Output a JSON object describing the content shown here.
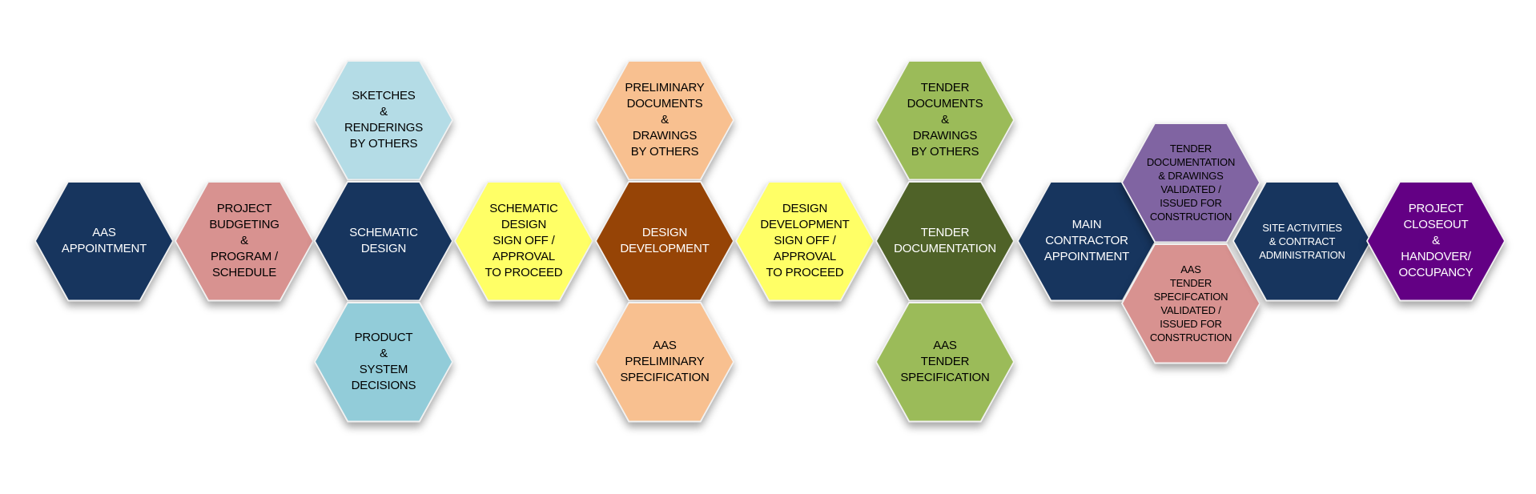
{
  "hexes": [
    {
      "id": "aas-appointment",
      "label": "AAS\nAPPOINTMENT",
      "fill": "#17355e",
      "text_color": "#ffffff"
    },
    {
      "id": "project-budgeting",
      "label": "PROJECT\nBUDGETING\n&\nPROGRAM /\nSCHEDULE",
      "fill": "#d89290",
      "text_color": "#000000"
    },
    {
      "id": "sketches-renderings",
      "label": "SKETCHES\n&\nRENDERINGS\nBY OTHERS",
      "fill": "#b4dce6",
      "text_color": "#000000"
    },
    {
      "id": "schematic-design",
      "label": "SCHEMATIC\nDESIGN",
      "fill": "#17355e",
      "text_color": "#ffffff"
    },
    {
      "id": "product-system-decisions",
      "label": "PRODUCT\n&\nSYSTEM\nDECISIONS",
      "fill": "#92ccd9",
      "text_color": "#000000"
    },
    {
      "id": "schematic-design-sign-off",
      "label": "SCHEMATIC\nDESIGN\nSIGN OFF /\nAPPROVAL\nTO PROCEED",
      "fill": "#ffff66",
      "text_color": "#000000"
    },
    {
      "id": "preliminary-documents",
      "label": "PRELIMINARY\nDOCUMENTS\n&\nDRAWINGS\nBY OTHERS",
      "fill": "#f8c090",
      "text_color": "#000000"
    },
    {
      "id": "design-development",
      "label": "DESIGN\nDEVELOPMENT",
      "fill": "#964406",
      "text_color": "#ffffff"
    },
    {
      "id": "aas-preliminary-specification",
      "label": "AAS\nPRELIMINARY\nSPECIFICATION",
      "fill": "#f8c090",
      "text_color": "#000000"
    },
    {
      "id": "design-development-sign-off",
      "label": "DESIGN\nDEVELOPMENT\nSIGN OFF /\nAPPROVAL\nTO PROCEED",
      "fill": "#ffff66",
      "text_color": "#000000"
    },
    {
      "id": "tender-documents",
      "label": "TENDER\nDOCUMENTS\n&\nDRAWINGS\nBY OTHERS",
      "fill": "#9bbb59",
      "text_color": "#000000"
    },
    {
      "id": "tender-documentation",
      "label": "TENDER\nDOCUMENTATION",
      "fill": "#4f6228",
      "text_color": "#ffffff"
    },
    {
      "id": "aas-tender-specification",
      "label": "AAS\nTENDER\nSPECIFICATION",
      "fill": "#9bbb59",
      "text_color": "#000000"
    },
    {
      "id": "main-contractor-appointment",
      "label": "MAIN\nCONTRACTOR\nAPPOINTMENT",
      "fill": "#17355e",
      "text_color": "#ffffff"
    },
    {
      "id": "tender-documentation-validated",
      "label": "TENDER\nDOCUMENTATION\n& DRAWINGS\nVALIDATED /\nISSUED FOR\nCONSTRUCTION",
      "fill": "#8064a2",
      "text_color": "#000000"
    },
    {
      "id": "aas-tender-specification-validated",
      "label": "AAS\nTENDER\nSPECIFCATION\nVALIDATED /\nISSUED FOR\nCONSTRUCTION",
      "fill": "#d89290",
      "text_color": "#000000"
    },
    {
      "id": "site-activities",
      "label": "SITE ACTIVITIES\n& CONTRACT\nADMINISTRATION",
      "fill": "#17355e",
      "text_color": "#ffffff"
    },
    {
      "id": "project-closeout",
      "label": "PROJECT\nCLOSEOUT\n&\nHANDOVER/\nOCCUPANCY",
      "fill": "#630084",
      "text_color": "#ffffff"
    }
  ]
}
